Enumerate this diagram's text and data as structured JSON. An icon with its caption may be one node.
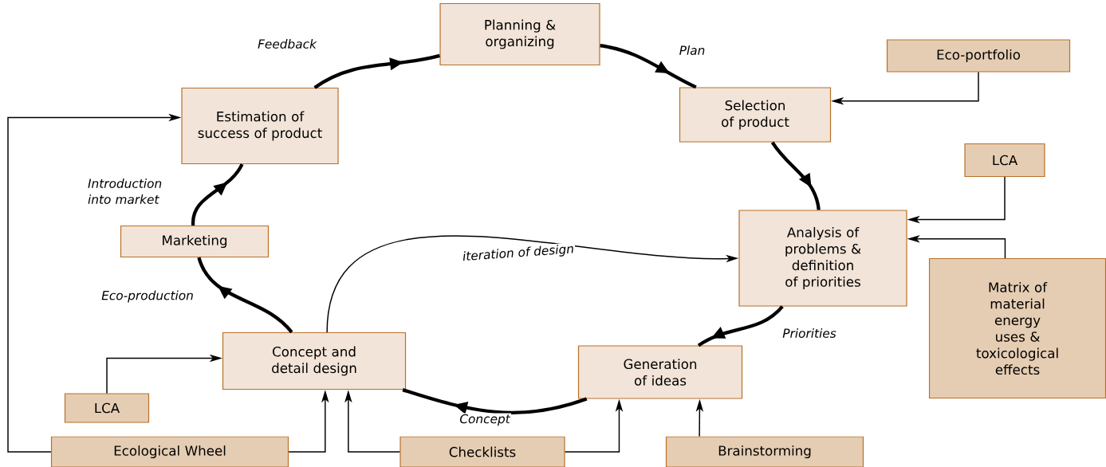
{
  "diagram": {
    "nodes": [
      {
        "text": [
          "Planning & organizing"
        ]
      },
      {
        "text": [
          "Selection of product"
        ]
      },
      {
        "text": [
          "Eco-portfolio"
        ]
      },
      {
        "text": [
          "LCA"
        ]
      },
      {
        "text": [
          "Analysis of problems & definition of priorities"
        ]
      },
      {
        "text": [
          "Matrix of material energy uses & toxicological effects"
        ]
      },
      {
        "text": [
          "Generation of ideas"
        ]
      },
      {
        "text": [
          "Concept and detail design"
        ]
      },
      {
        "text": [
          "LCA"
        ]
      },
      {
        "text": [
          "Ecological Wheel"
        ]
      },
      {
        "text": [
          "Checklists"
        ]
      },
      {
        "text": [
          "Brainstorming"
        ]
      },
      {
        "text": [
          "Marketing"
        ]
      },
      {
        "text": [
          "Estimation of success of product"
        ]
      }
    ],
    "edges": [
      {
        "from": 13,
        "to": 0,
        "arrow": "to",
        "style": "thick",
        "label": "Feedback"
      },
      {
        "from": 0,
        "to": 1,
        "arrow": "to",
        "style": "thick",
        "label": "Plan"
      },
      {
        "from": 1,
        "to": 4,
        "arrow": "to",
        "style": "thick"
      },
      {
        "from": 4,
        "to": 6,
        "arrow": "to",
        "style": "thick",
        "label": "Priorities"
      },
      {
        "from": 6,
        "to": 7,
        "arrow": "to",
        "style": "thick",
        "label": "Concept"
      },
      {
        "from": 7,
        "to": 12,
        "arrow": "to",
        "style": "thick",
        "label": "Eco-production"
      },
      {
        "from": 12,
        "to": 13,
        "arrow": "to",
        "style": "thick",
        "label": "Introduction into market"
      },
      {
        "from": 7,
        "to": 4,
        "arrow": "to",
        "label": "iteration of design"
      },
      {
        "from": 2,
        "to": 1,
        "arrow": "to"
      },
      {
        "from": 3,
        "to": 4,
        "arrow": "to"
      },
      {
        "from": 5,
        "to": 4,
        "arrow": "to"
      },
      {
        "from": 8,
        "to": 7,
        "arrow": "to"
      },
      {
        "from": 9,
        "to": 7,
        "arrow": "to"
      },
      {
        "from": 9,
        "to": 13,
        "arrow": "to"
      },
      {
        "from": 10,
        "to": 7,
        "arrow": "to"
      },
      {
        "from": 10,
        "to": 6,
        "arrow": "to"
      },
      {
        "from": 11,
        "to": 6,
        "arrow": "to"
      }
    ]
  }
}
